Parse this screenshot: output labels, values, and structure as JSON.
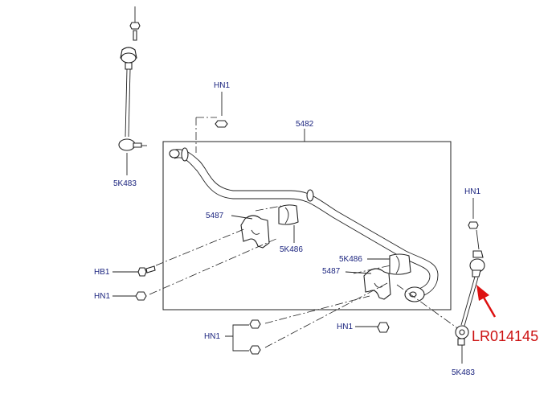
{
  "diagram": {
    "callouts": {
      "main_bar": "5482",
      "link_left": "5K483",
      "link_right": "5K483",
      "hn1_top": "HN1",
      "hn1_right": "HN1",
      "hn1_left": "HN1",
      "hn1_bottom_pair": "HN1",
      "hn1_bottom_mid": "HN1",
      "hb1": "HB1",
      "clamp_upper": "5487",
      "clamp_lower": "5487",
      "bush_upper": "5K486",
      "bush_lower": "5K486"
    },
    "highlight": {
      "part_number": "LR014145",
      "arrow_color": "#dd1111",
      "text_color": "#cc1111"
    },
    "line_color": "#222222",
    "label_color": "#1a237e"
  }
}
